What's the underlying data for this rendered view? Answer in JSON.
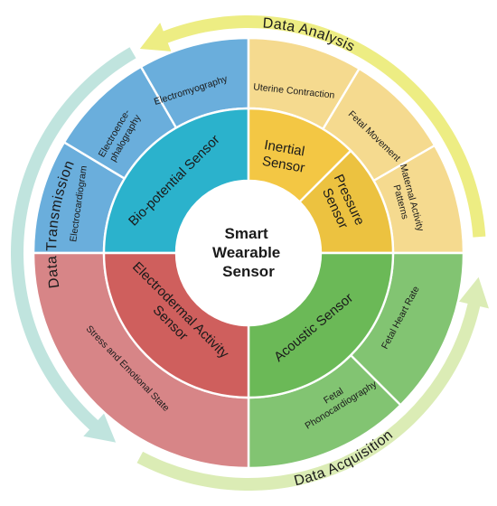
{
  "center": {
    "lines": [
      "Smart",
      "Wearable",
      "Sensor"
    ]
  },
  "process": {
    "data_analysis": "Data Analysis",
    "data_acquisition": "Data Acquisition",
    "data_transmission": "Data Transmission"
  },
  "sensors": {
    "biopotential": {
      "label": "Bio-potential Sensor",
      "inner_color": "#2bb2cc",
      "outer_color": "#6aaedc"
    },
    "inertial": {
      "lines": [
        "Inertial",
        "Sensor"
      ],
      "inner_color": "#f3c744",
      "outer_color": "#f5da8f"
    },
    "pressure": {
      "lines": [
        "Pressure",
        "Sensor"
      ]
    },
    "acoustic": {
      "label": "Acoustic Sensor",
      "inner_color": "#6bb957",
      "outer_color": "#82c472"
    },
    "electrodermal": {
      "lines": [
        "Electrodermal Activity",
        "Sensor"
      ],
      "inner_color": "#cf5f5d",
      "outer_color": "#d78587"
    }
  },
  "applications": {
    "electrocardiogram": "Electrocardiogram",
    "electroencephalography": [
      "Electroence-",
      "phalography"
    ],
    "electromyography": "Electromyography",
    "uterine_contraction": "Uterine Contraction",
    "fetal_movement": "Fetal Movement",
    "maternal_activity": [
      "Maternal Activity",
      "Patterns"
    ],
    "fetal_heart_rate": "Fetal Heart Rate",
    "fetal_phonocardiography": [
      "Fetal",
      "Phonocardiography"
    ],
    "stress": "Stress and Emotional State"
  },
  "colors": {
    "arrow_analysis": "#ecec7c",
    "arrow_acquisition": "#d9ebb1",
    "arrow_transmission": "#bde3dc",
    "pressure_inner": "#ecc240"
  }
}
